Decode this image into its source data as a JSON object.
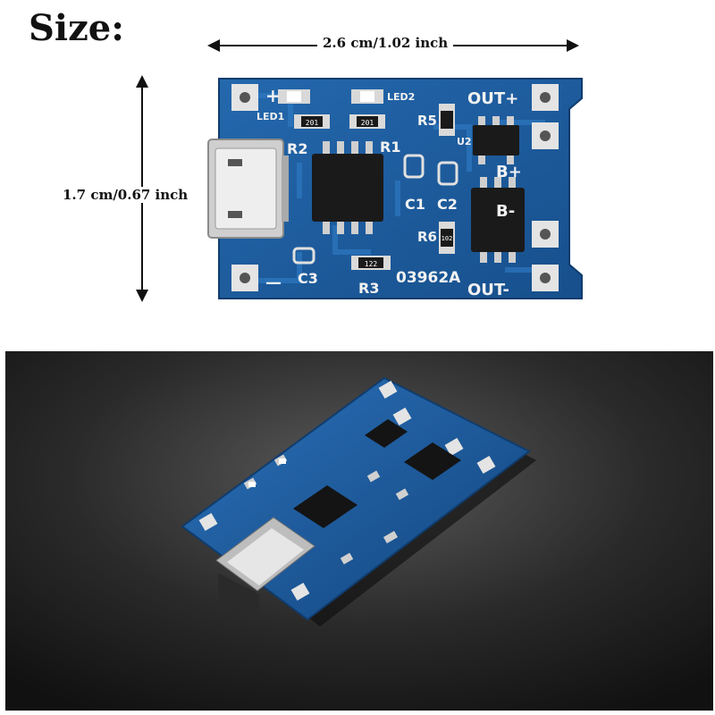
{
  "header": {
    "title": "Size:"
  },
  "dimensions": {
    "width": "2.6 cm/1.02 inch",
    "height": "1.7 cm/0.67 inch"
  },
  "board_labels": {
    "plus": "+",
    "minus": "—",
    "led1": "LED1",
    "led2": "LED2",
    "r1": "R1",
    "r2": "R2",
    "r3": "R3",
    "r5": "R5",
    "r6": "R6",
    "c1": "C1",
    "c2": "C2",
    "c3": "C3",
    "u2": "U2",
    "out_plus": "OUT+",
    "out_minus": "OUT-",
    "b_plus": "B+",
    "b_minus": "B-",
    "model": "03962A",
    "res_201": "201",
    "res_122": "122",
    "res_102": "102"
  },
  "colors": {
    "pcb": "#1d5fa0",
    "pcb_dark": "#154a80",
    "pad": "#e4e4e4",
    "chip": "#1a1a1a",
    "background_dark": "#1b1b1b"
  }
}
